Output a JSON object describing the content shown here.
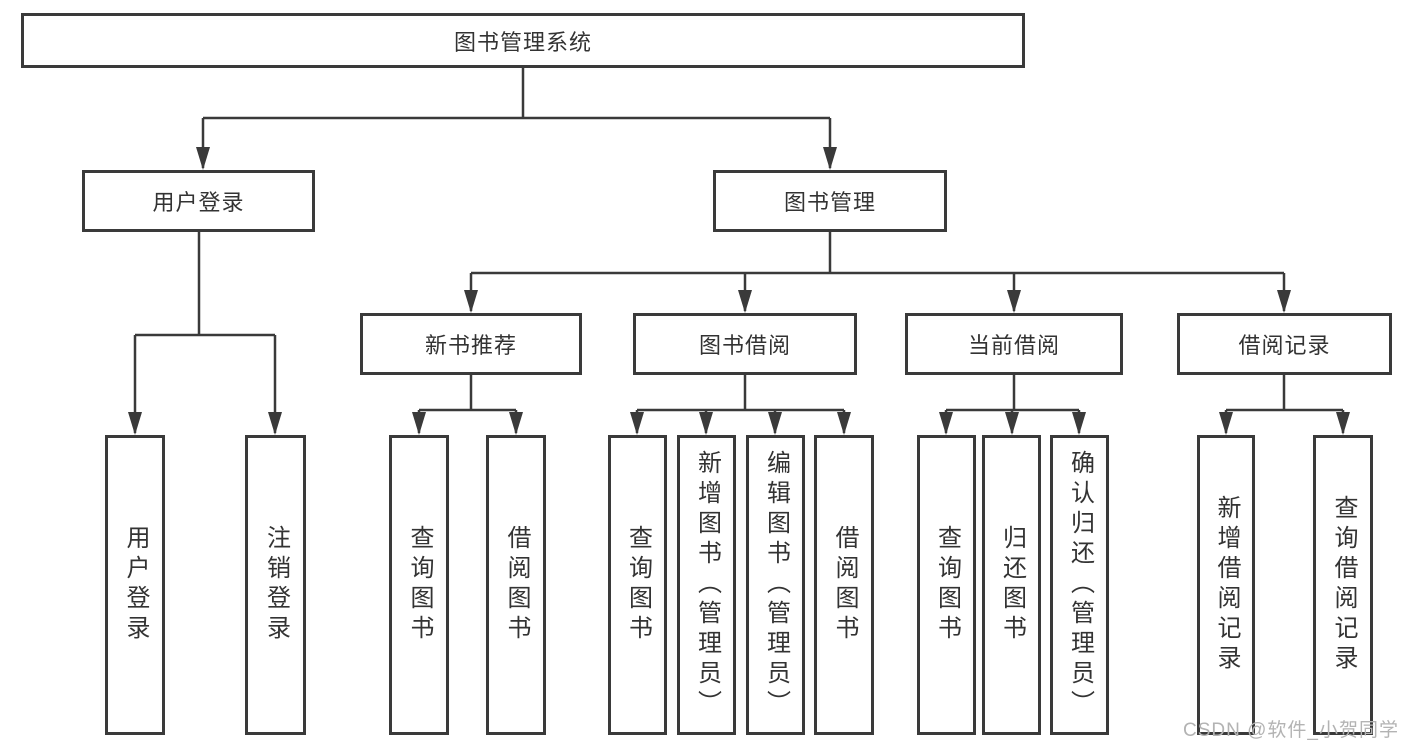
{
  "tree": {
    "label": "图书管理系统",
    "children": [
      {
        "label": "用户登录",
        "children": [
          {
            "label": "用户登录"
          },
          {
            "label": "注销登录"
          }
        ]
      },
      {
        "label": "图书管理",
        "children": [
          {
            "label": "新书推荐",
            "children": [
              {
                "label": "查询图书"
              },
              {
                "label": "借阅图书"
              }
            ]
          },
          {
            "label": "图书借阅",
            "children": [
              {
                "label": "查询图书"
              },
              {
                "label": "新增图书（管理员）"
              },
              {
                "label": "编辑图书（管理员）"
              },
              {
                "label": "借阅图书"
              }
            ]
          },
          {
            "label": "当前借阅",
            "children": [
              {
                "label": "查询图书"
              },
              {
                "label": "归还图书"
              },
              {
                "label": "确认归还（管理员）"
              }
            ]
          },
          {
            "label": "借阅记录",
            "children": [
              {
                "label": "新增借阅记录"
              },
              {
                "label": "查询借阅记录"
              }
            ]
          }
        ]
      }
    ]
  },
  "watermark": {
    "text": "CSDN @软件_小贺同学"
  },
  "colors": {
    "line": "#3a3a3a",
    "text": "#333333",
    "box_background": "#ffffff",
    "page_background": "#ffffff",
    "watermark": "#b3b3b3"
  }
}
